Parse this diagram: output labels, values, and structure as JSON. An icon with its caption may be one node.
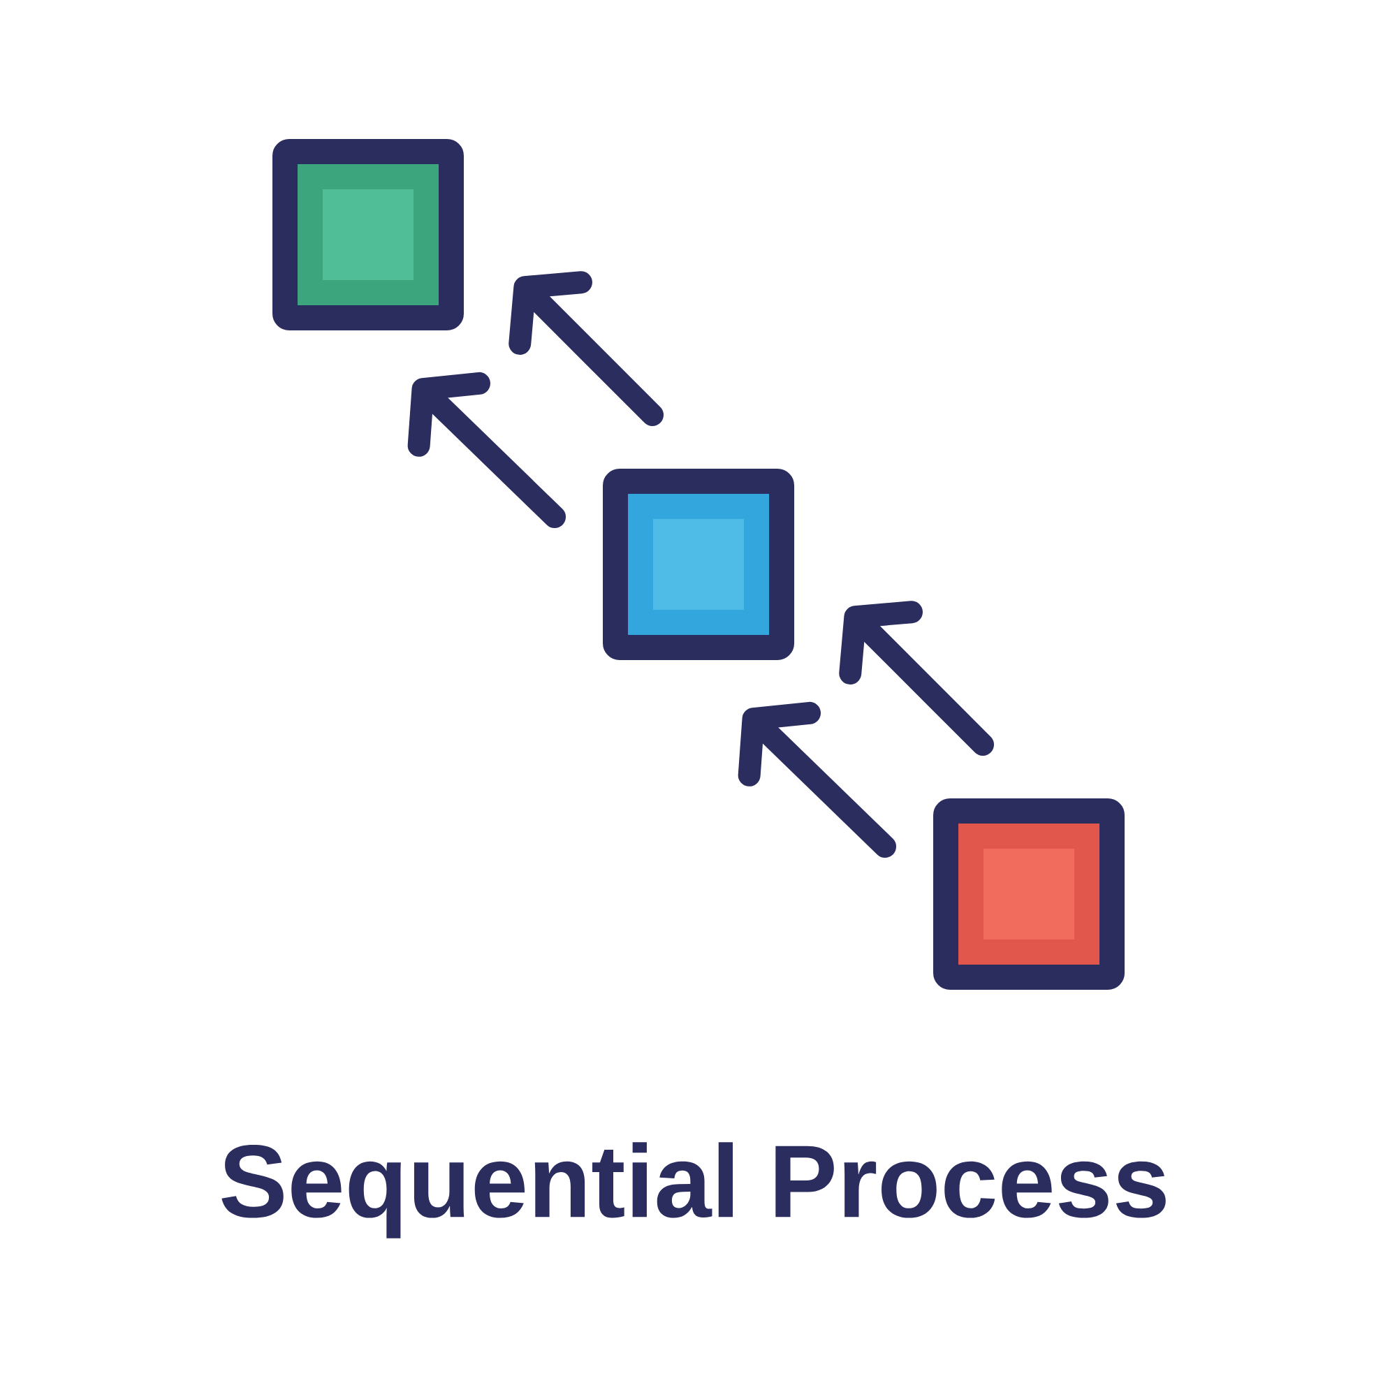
{
  "diagram": {
    "title": "Sequential Process",
    "nodes": [
      {
        "text": [],
        "shape": "box"
      },
      {
        "text": [],
        "shape": "box"
      },
      {
        "text": [],
        "shape": "box"
      }
    ],
    "edges": [
      {
        "from": 1,
        "to": 0,
        "arrow": "to"
      },
      {
        "from": 1,
        "to": 0,
        "arrow": "to"
      },
      {
        "from": 2,
        "to": 1,
        "arrow": "to"
      },
      {
        "from": 2,
        "to": 1,
        "arrow": "to"
      }
    ]
  }
}
